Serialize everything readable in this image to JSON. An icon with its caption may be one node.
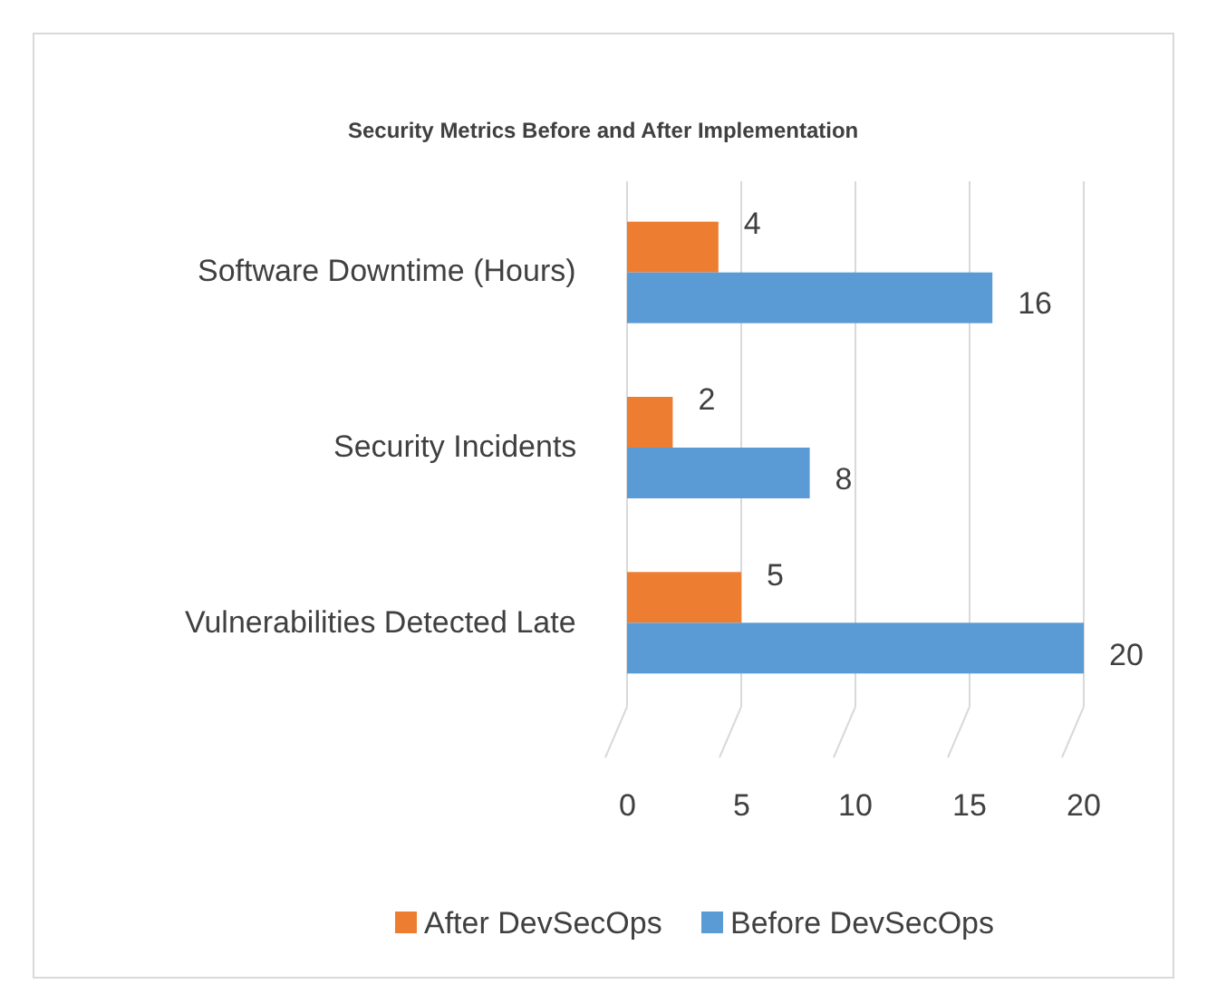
{
  "diagram": {
    "chart_data": {
      "type": "bar",
      "orientation": "horizontal",
      "title": "Security Metrics Before and After Implementation",
      "categories": [
        "Software Downtime (Hours)",
        "Security Incidents",
        "Vulnerabilities Detected Late"
      ],
      "series": [
        {
          "name": "After DevSecOps",
          "color": "#ed7d31",
          "values": [
            4,
            2,
            5
          ]
        },
        {
          "name": "Before DevSecOps",
          "color": "#5b9bd5",
          "values": [
            16,
            8,
            20
          ]
        }
      ],
      "xticks": [
        0,
        5,
        10,
        15,
        20
      ],
      "xlim": [
        0,
        20
      ],
      "data_labels": true,
      "grid": true,
      "legend": "bottom"
    }
  }
}
